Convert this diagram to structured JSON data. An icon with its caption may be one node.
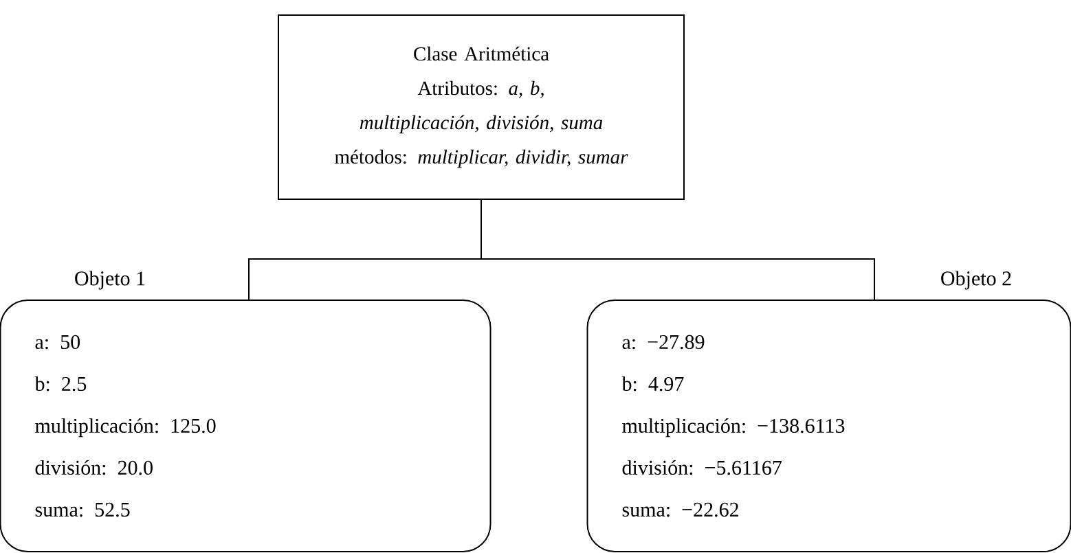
{
  "diagram": {
    "nodes": [
      {
        "text": [
          "Clase Aritmética",
          "Atributos: *a, b, multiplicación, división, suma*",
          "métodos: *multiplicar, dividir, sumar*"
        ]
      },
      {
        "text": [
          "Objeto 1",
          "a: 50",
          "b: 2.5",
          "multiplicación: 125.0",
          "división: 20.0",
          "suma: 52.5"
        ]
      },
      {
        "text": [
          "Objeto 2",
          "a: −27.89",
          "b: 4.97",
          "multiplicación: −138.6113",
          "división: −5.61167",
          "suma: −22.62"
        ]
      }
    ],
    "edges": [
      {
        "from": 0,
        "to": 1,
        "arrow": "none"
      },
      {
        "from": 0,
        "to": 2,
        "arrow": "none"
      }
    ]
  }
}
